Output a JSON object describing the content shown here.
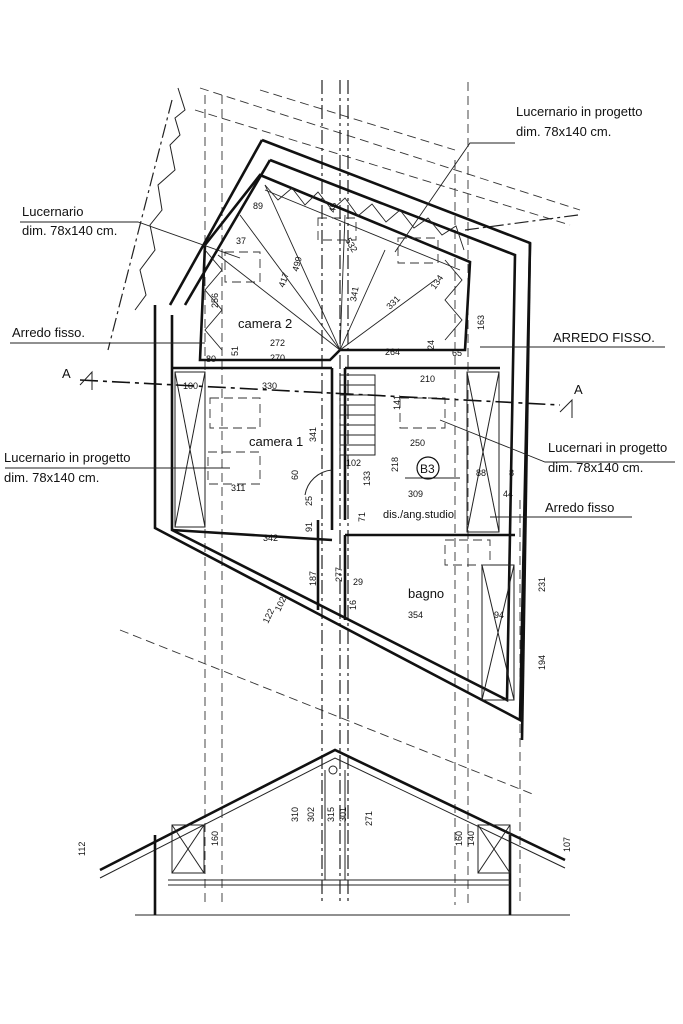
{
  "callouts": {
    "lucernario_left_title": "Lucernario",
    "lucernario_left_dim": "dim. 78x140 cm.",
    "lucernario_top_title": "Lucernario in progetto",
    "lucernario_top_dim": "dim. 78x140 cm.",
    "arredo_fisso_left": "Arredo fisso.",
    "arredo_fisso_caps": "ARREDO FISSO.",
    "lucernario_mid_title": "Lucernario in progetto",
    "lucernario_mid_dim": "dim. 78x140 cm.",
    "lucernari_right_title": "Lucernari in progetto",
    "lucernari_right_dim": "dim. 78x140 cm.",
    "arredo_fisso_right": "Arredo fisso"
  },
  "rooms": {
    "camera2": "camera 2",
    "camera1": "camera 1",
    "disimpegno": "dis./ang.studio",
    "bagno": "bagno",
    "unit_tag": "B3"
  },
  "section_marks": {
    "left": "A",
    "right": "A"
  },
  "dimensions": {
    "d89": "89",
    "d37": "37",
    "d45": "45",
    "d532": "532",
    "d499": "499",
    "d417": "417",
    "d341_top": "341",
    "d331": "331",
    "d134": "134",
    "d256": "256",
    "d163": "163",
    "d80": "80",
    "d51": "51",
    "d272": "272",
    "d270": "270",
    "d264": "264",
    "d24": "24",
    "d65": "65",
    "d100": "100",
    "d330": "330",
    "d210": "210",
    "d141": "141",
    "d341_mid": "341",
    "d250": "250",
    "d102_mid": "102",
    "d218": "218",
    "d133": "133",
    "d88": "88",
    "d8": "8",
    "d60": "60",
    "d311": "311",
    "d309": "309",
    "d44": "44",
    "d25": "25",
    "d91": "91",
    "d71": "71",
    "d342": "342",
    "d187": "187",
    "d277": "277",
    "d29": "29",
    "d16": "16",
    "d354": "354",
    "d94": "94",
    "d231": "231",
    "d194": "194",
    "d122": "122",
    "d102_bot": "102",
    "d310": "310",
    "d302": "302",
    "d315": "315",
    "d301": "301",
    "d271": "271",
    "d160_left": "160",
    "d112": "112",
    "d160_right": "160",
    "d140": "140",
    "d107": "107"
  }
}
